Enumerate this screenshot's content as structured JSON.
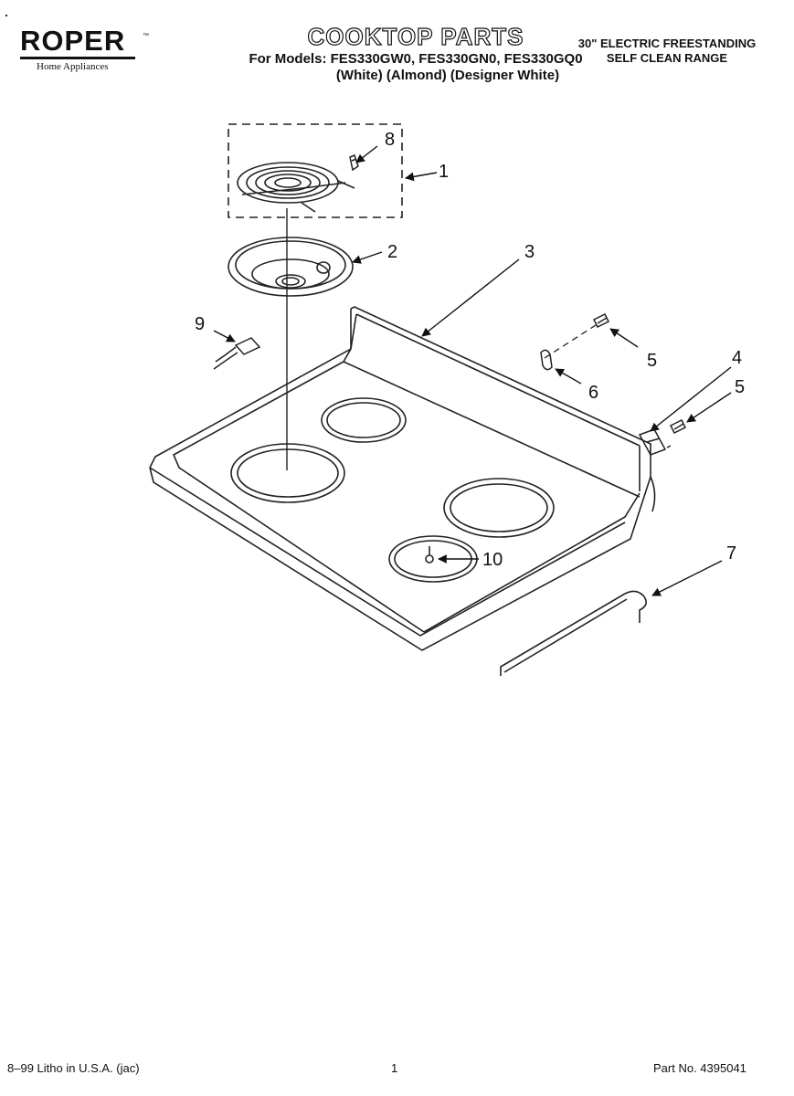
{
  "header": {
    "brand": "ROPER",
    "trademark": "™",
    "brand_tagline": "Home Appliances",
    "title": "COOKTOP PARTS",
    "models": "For Models: FES330GW0, FES330GN0, FES330GQ0",
    "colors": "(White)    (Almond)  (Designer White)",
    "range_line1": "30\" ELECTRIC FREESTANDING",
    "range_line2": "SELF CLEAN RANGE"
  },
  "callouts": {
    "c1": "1",
    "c2": "2",
    "c3": "3",
    "c4": "4",
    "c5a": "5",
    "c5b": "5",
    "c6": "6",
    "c7": "7",
    "c8": "8",
    "c9": "9",
    "c10": "10"
  },
  "footer": {
    "litho": "8–99 Litho in U.S.A. (jac)",
    "page": "1",
    "part_no": "Part No. 4395041"
  }
}
